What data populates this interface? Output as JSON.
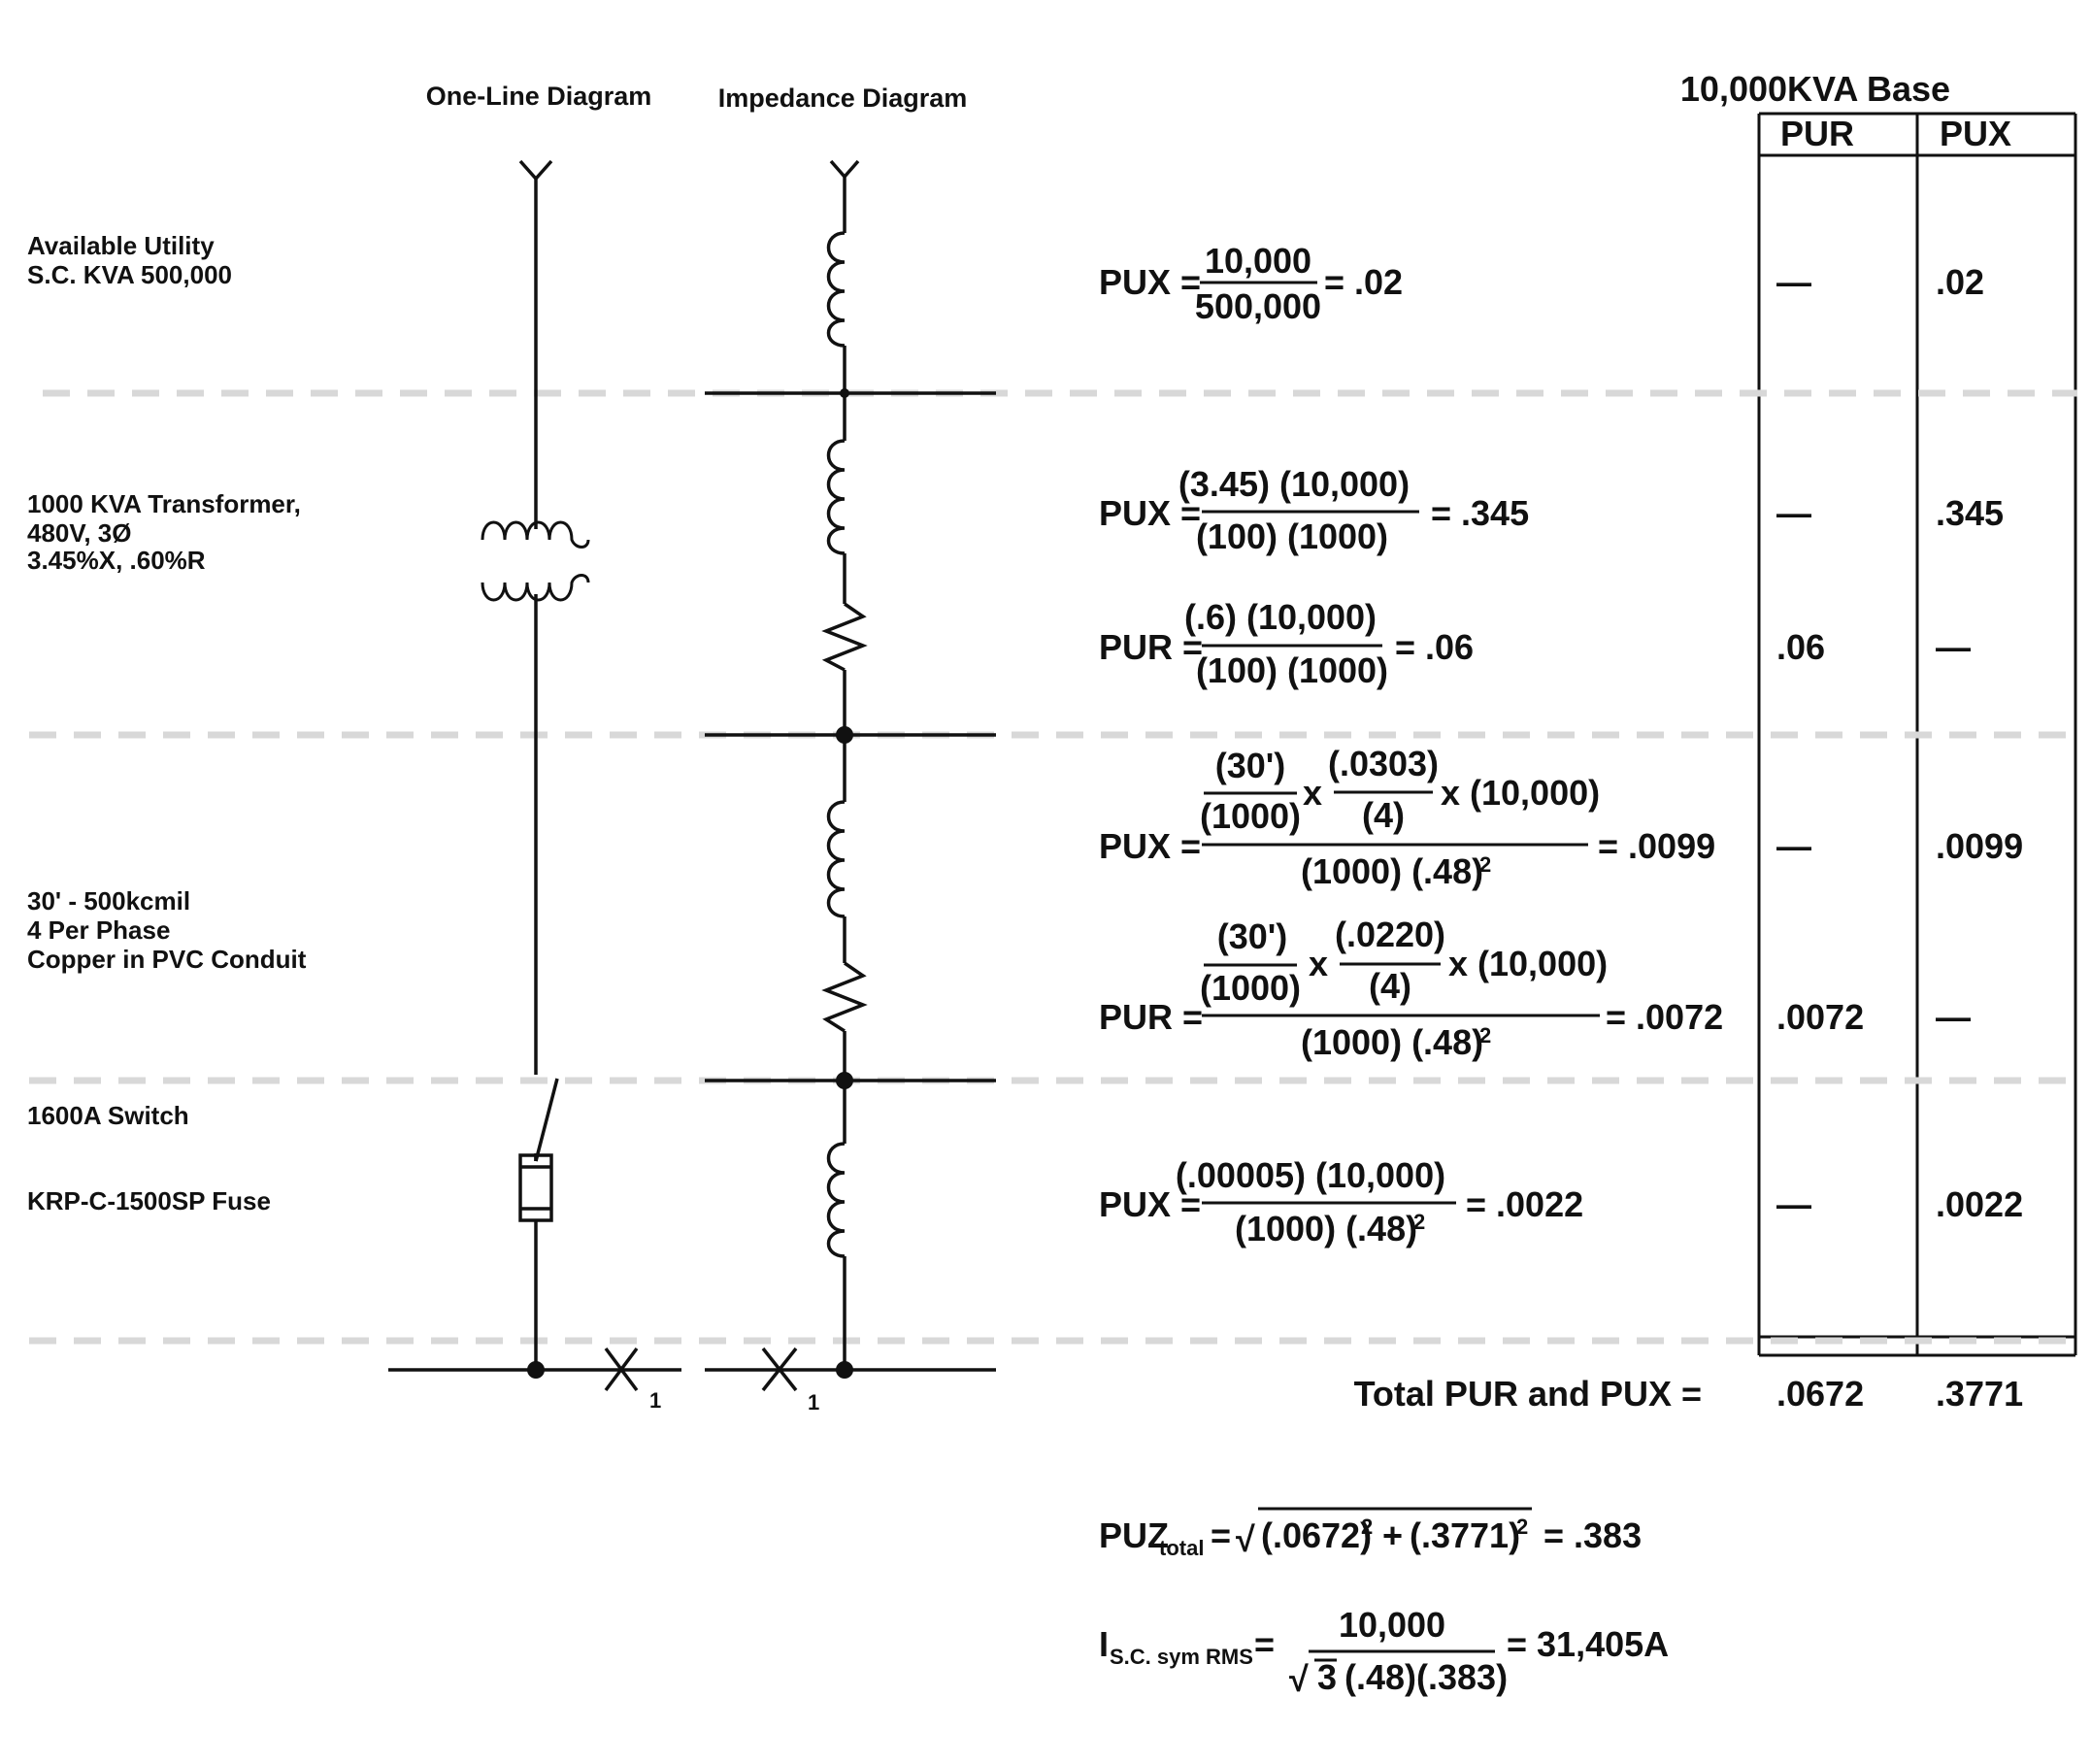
{
  "headers": {
    "one_line": "One-Line Diagram",
    "impedance": "Impedance Diagram",
    "base": "10,000KVA Base",
    "col_pur": "PUR",
    "col_pux": "PUX"
  },
  "left_labels": {
    "utility_1": "Available Utility",
    "utility_2": "S.C. KVA 500,000",
    "transformer_1": "1000 KVA Transformer,",
    "transformer_2": "480V, 3Ø",
    "transformer_3": "3.45%X, .60%R",
    "cable_1": "30' - 500kcmil",
    "cable_2": "4 Per Phase",
    "cable_3": "Copper in PVC Conduit",
    "switch": "1600A Switch",
    "fuse": "KRP-C-1500SP Fuse"
  },
  "fault_label": "X",
  "fault_sub": "1",
  "equations": {
    "eq1": {
      "lhs": "PUX =",
      "num": "10,000",
      "den": "500,000",
      "result": "= .02"
    },
    "eq2": {
      "lhs": "PUX =",
      "num": "(3.45) (10,000)",
      "den": "(100) (1000)",
      "result": "= .345"
    },
    "eq3": {
      "lhs": "PUR =",
      "num": "(.6) (10,000)",
      "den": "(100) (1000)",
      "result": "= .06"
    },
    "eq4": {
      "lhs": "PUX =",
      "n1_num": "(30')",
      "n1_den": "(1000)",
      "times1": "x",
      "n2_num": "(.0303)",
      "n2_den": "(4)",
      "times2": "x (10,000)",
      "den": "(1000) (.48)",
      "den_sup": "2",
      "result": "= .0099"
    },
    "eq5": {
      "lhs": "PUR =",
      "n1_num": "(30')",
      "n1_den": "(1000)",
      "times1": "x",
      "n2_num": "(.0220)",
      "n2_den": "(4)",
      "times2": "x (10,000)",
      "den": "(1000) (.48)",
      "den_sup": "2",
      "result": "= .0072"
    },
    "eq6": {
      "lhs": "PUX =",
      "num": "(.00005) (10,000)",
      "den": "(1000) (.48)",
      "den_sup": "2",
      "result": "= .0022"
    }
  },
  "table": {
    "rows": [
      {
        "pur": "—",
        "pux": ".02"
      },
      {
        "pur": "—",
        "pux": ".345"
      },
      {
        "pur": ".06",
        "pux": "—"
      },
      {
        "pur": "—",
        "pux": ".0099"
      },
      {
        "pur": ".0072",
        "pux": "—"
      },
      {
        "pur": "—",
        "pux": ".0022"
      }
    ],
    "total_label": "Total PUR and PUX =",
    "total_pur": ".0672",
    "total_pux": ".3771"
  },
  "puz": {
    "lhs": "PUZ",
    "lhs_sub": "total",
    "eq": "=",
    "radical": "√",
    "t1": "(.0672)",
    "sup1": "2",
    "plus": "+",
    "t2": "(.3771)",
    "sup2": "2",
    "result": "= .383"
  },
  "isc": {
    "lhs": "I",
    "lhs_sub": "S.C. sym RMS",
    "eq": "=",
    "num": "10,000",
    "radical": "√",
    "three": "3",
    "den_rest": "(.48)(.383)",
    "result": "=  31,405A"
  }
}
